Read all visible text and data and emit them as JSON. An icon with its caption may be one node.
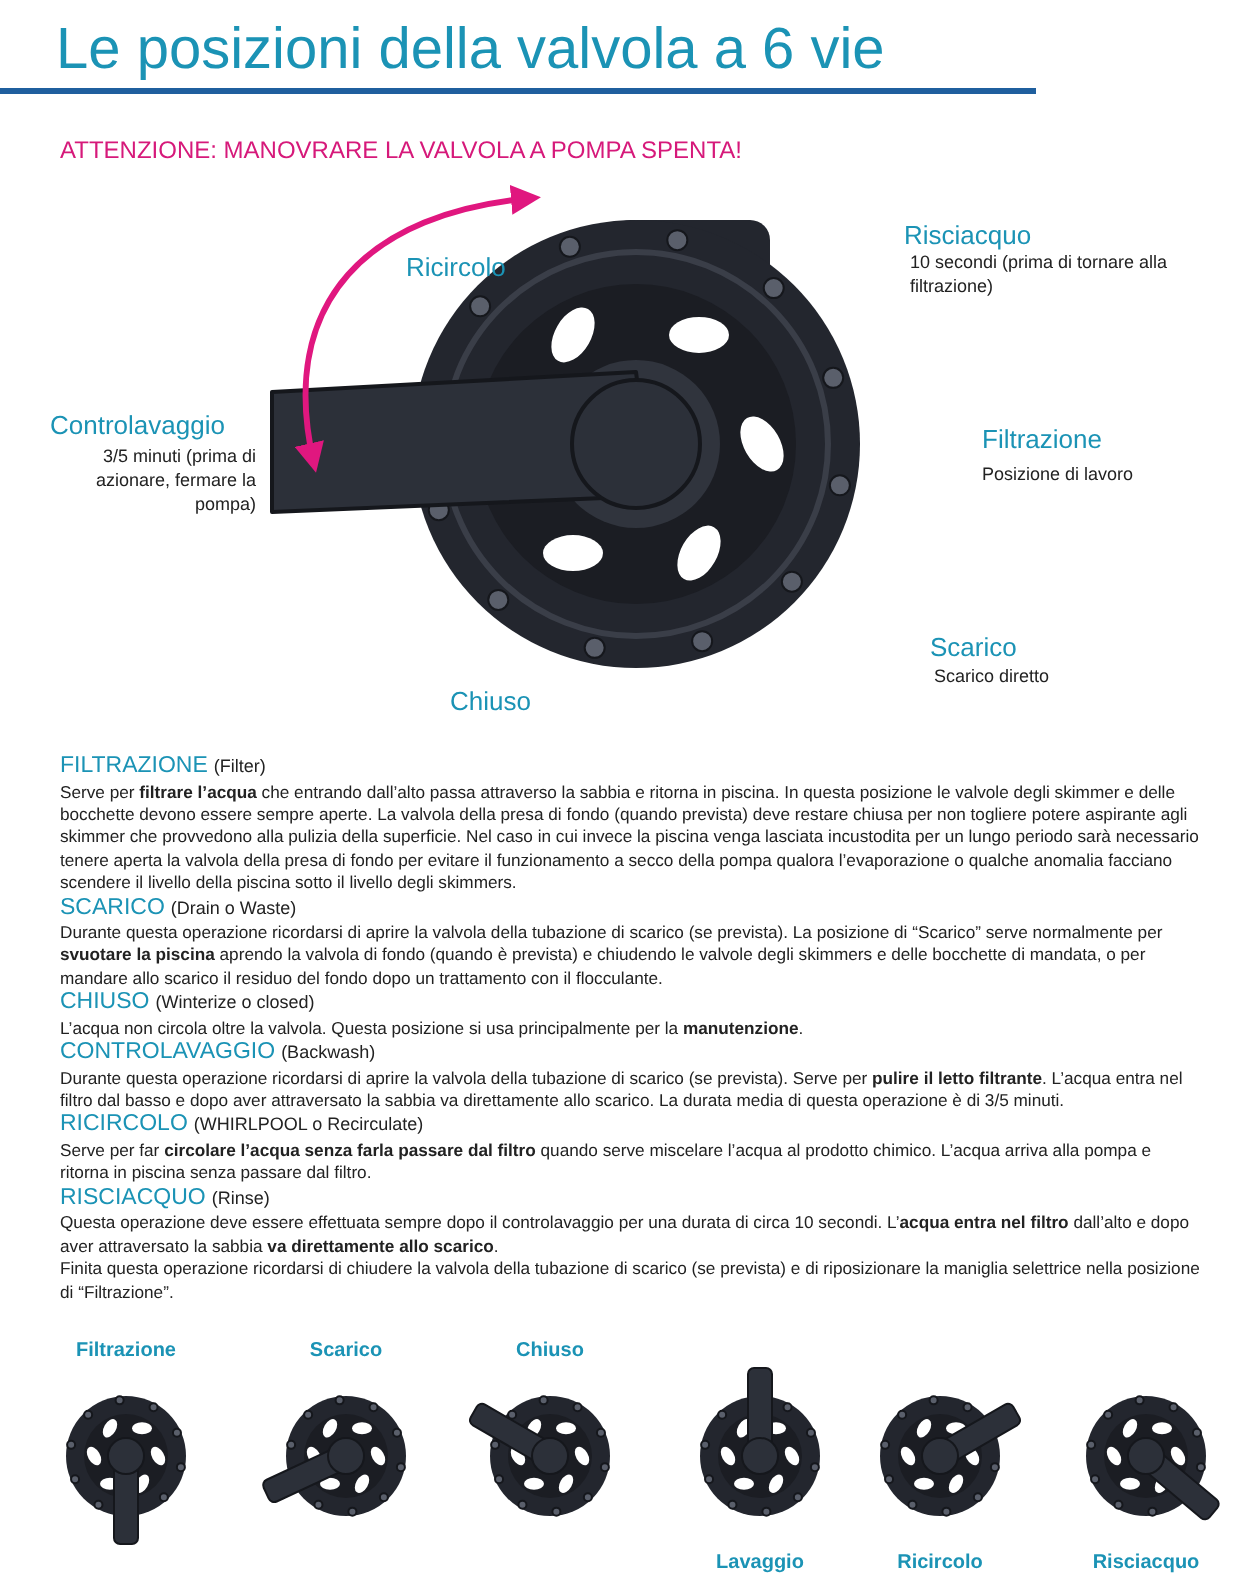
{
  "diagram": {
    "title": "Le posizioni della valvola a 6 vie",
    "nodes": [
      {
        "text": [],
        "shape": "picture"
      },
      {
        "text": [],
        "shape": "picture",
        "beside": [
          "Filtrazione"
        ]
      },
      {
        "text": [],
        "shape": "picture",
        "beside": [
          "Scarico"
        ]
      },
      {
        "text": [],
        "shape": "picture",
        "beside": [
          "Chiuso"
        ]
      },
      {
        "text": [],
        "shape": "picture",
        "beside": [
          "Lavaggio"
        ]
      },
      {
        "text": [],
        "shape": "picture",
        "beside": [
          "Ricircolo"
        ]
      },
      {
        "text": [],
        "shape": "picture",
        "beside": [
          "Risciacquo"
        ]
      }
    ],
    "labels": [
      "ATTENZIONE: MANOVRARE LA VALVOLA A POMPA SPENTA!",
      "Risciacquo",
      "10 secondi (prima di tornare alla filtrazione)",
      "Ricircolo",
      "Controlavaggio",
      "3/5 minuti (prima di azionare, fermare la pompa)",
      "Filtrazione",
      "Posizione di lavoro",
      "Scarico",
      "Scarico diretto",
      "Chiuso",
      "FILTRAZIONE",
      "(Filter)",
      "Serve per **filtrare l’acqua** che entrando dall’alto passa attraverso la sabbia e ritorna in piscina. In questa posizione le valvole degli skimmer e delle bocchette devono essere sempre aperte. La valvola della presa di fondo (quando prevista) deve restare chiusa per non togliere potere aspirante agli skimmer che provvedono alla pulizia della superficie. Nel caso in cui invece la piscina venga lasciata incustodita per un lungo periodo sarà necessario tenere aperta la valvola della presa di fondo per evitare il funzionamento a secco della pompa qualora l’evaporazione o qualche anomalia facciano scendere il livello della piscina sotto il livello degli skimmers.",
      "SCARICO",
      "(Drain o Waste)",
      "Durante questa operazione ricordarsi di aprire la valvola della tubazione di scarico (se prevista). La posizione di “Scarico” serve normalmente per **svuotare la piscina** aprendo la valvola di fondo (quando è prevista) e chiudendo le valvole degli skimmers e delle bocchette di mandata, o per mandare allo scarico il residuo del fondo dopo un trattamento con il flocculante.",
      "CHIUSO",
      "(Winterize o closed)",
      "L’acqua non circola oltre la valvola. Questa posizione si usa principalmente per la **manutenzione**.",
      "CONTROLAVAGGIO",
      "(Backwash)",
      "Durante questa operazione ricordarsi di aprire la valvola della tubazione di scarico (se prevista). Serve per **pulire il letto filtrante**. L’acqua entra nel filtro dal basso e dopo aver attraversato la sabbia va direttamente allo scarico. La durata media di questa operazione è di 3/5 minuti.",
      "RICIRCOLO",
      "(WHIRLPOOL o Recirculate)",
      "Serve per far **circolare l’acqua senza farla passare dal filtro** quando serve miscelare l’acqua al prodotto chimico. L’acqua arriva alla pompa e ritorna in piscina senza passare dal filtro.",
      "RISCIACQUO",
      "(Rinse)",
      "Questa operazione deve essere effettuata sempre dopo il controlavaggio per una durata di circa 10 secondi. L’**acqua entra nel filtro** dall’alto e dopo aver attraversato la sabbia **va direttamente allo scarico**.",
      "Finita questa operazione ricordarsi di chiudere la valvola della tubazione di scarico (se prevista) e di riposizionare la maniglia selettrice nella posizione di “Filtrazione”."
    ]
  }
}
